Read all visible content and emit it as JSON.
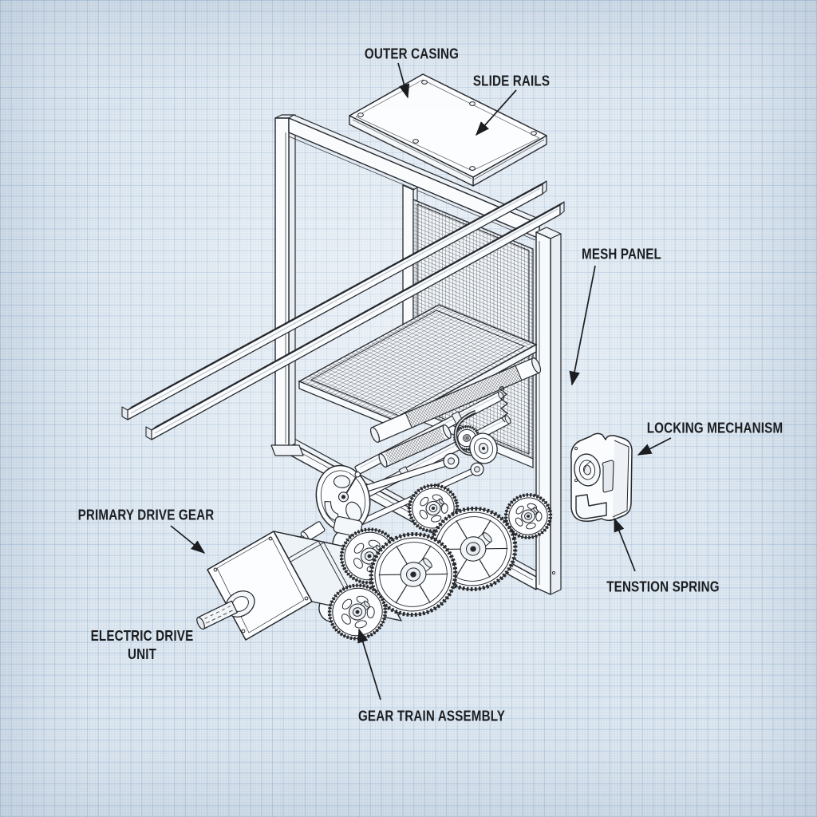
{
  "diagram": {
    "kind": "exploded-technical-illustration",
    "colors": {
      "paper": "#e1eaf2",
      "grid": "#b7c9dc",
      "ink": "#26292e",
      "part_fill": "#fcfdfe",
      "label_text": "#1b1d20"
    },
    "labels": {
      "outer_casing": "OUTER CASING",
      "slide_rails": "SLIDE RAILS",
      "mesh_panel": "MESH PANEL",
      "locking_mechanism": "LOCKING MECHANISM",
      "tension_spring": "TENSTION SPRING",
      "primary_drive_gear": "PRIMARY DRIVE GEAR",
      "electric_drive_unit_line1": "ELECTRIC DRIVE",
      "electric_drive_unit_line2": "UNIT",
      "gear_train_assembly": "GEAR TRAIN ASSEMBLY"
    }
  }
}
